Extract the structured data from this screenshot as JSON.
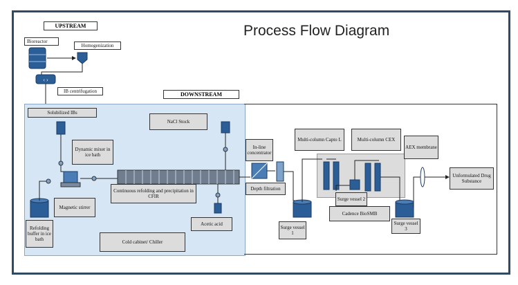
{
  "title": "Process Flow Diagram",
  "sections": {
    "upstream": "UPSTREAM",
    "downstream": "DOWNSTREAM"
  },
  "upstream": {
    "bioreactor": "Bioreactor",
    "homogenization": "Homogenization",
    "centrifugation": "IB centrifugation"
  },
  "downstream": {
    "solubilized": "Solubilized IBs",
    "dynamic_mixer": "Dynamic mixer in ice bath",
    "nacl_stock": "NaCl Stock",
    "magnetic_stirrer": "Magnetic stirrer",
    "refolding_buffer": "Refolding buffer in ice bath",
    "cfir": "Continuous refolding and precipitation in CFIR",
    "acetic_acid": "Acetic acid",
    "cold_cabinet": "Cold cabinet/ Chiller",
    "inline_concentrator": "In-line concentrator",
    "depth_filtration": "Depth filtration",
    "surge_vessel_1": "Surge vessel 1",
    "capto_l": "Multi-column Capto L",
    "cex": "Multi-column CEX",
    "surge_vessel_2": "Surge vessel 2",
    "cadence": "Cadence BioSMB",
    "surge_vessel_3": "Surge vessel 3",
    "aex": "AEX membrane",
    "unformulated": "Unformulated Drug Substance"
  },
  "colors": {
    "frame_border": "#2f4a62",
    "downstream_panel": "#d6e6f5",
    "vessel_blue": "#2b5d96",
    "grey_panel": "#dcdcdc"
  }
}
